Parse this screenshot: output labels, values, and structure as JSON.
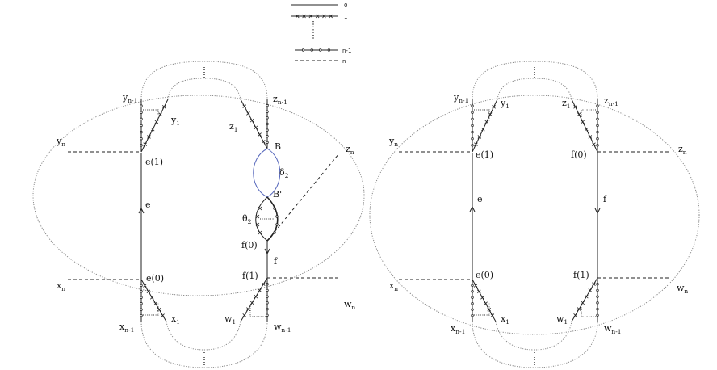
{
  "legend": {
    "items": [
      {
        "label": "0",
        "style": "solid"
      },
      {
        "label": "1",
        "style": "crosses"
      },
      {
        "label": "n-1",
        "style": "circles"
      },
      {
        "label": "n",
        "style": "dashed"
      }
    ]
  },
  "left_diagram": {
    "labels": {
      "y_n1": "y",
      "y_n1_sub": "n-1",
      "y_1": "y",
      "y_1_sub": "1",
      "z_1": "z",
      "z_1_sub": "1",
      "z_n1": "z",
      "z_n1_sub": "n-1",
      "y_n": "y",
      "y_n_sub": "n",
      "z_n": "z",
      "z_n_sub": "n",
      "B": "B",
      "delta": "δ",
      "delta_sub": "2",
      "Bp": "B'",
      "theta": "θ",
      "theta_sub": "2",
      "e1": "e(1)",
      "e": "e",
      "e0": "e(0)",
      "f0": "f(0)",
      "f": "f",
      "f1": "f(1)",
      "x_n": "x",
      "x_n_sub": "n",
      "x_1": "x",
      "x_1_sub": "1",
      "x_n1": "x",
      "x_n1_sub": "n-1",
      "w_1": "w",
      "w_1_sub": "1",
      "w_n1": "w",
      "w_n1_sub": "n-1",
      "w_n": "w",
      "w_n_sub": "n"
    }
  },
  "right_diagram": {
    "labels": {
      "y_n1": "y",
      "y_n1_sub": "n-1",
      "y_1": "y",
      "y_1_sub": "1",
      "z_1": "z",
      "z_1_sub": "1",
      "z_n1": "z",
      "z_n1_sub": "n-1",
      "y_n": "y",
      "y_n_sub": "n",
      "z_n": "z",
      "z_n_sub": "n",
      "e1": "e(1)",
      "e": "e",
      "e0": "e(0)",
      "f0": "f(0)",
      "f": "f",
      "f1": "f(1)",
      "x_n": "x",
      "x_n_sub": "n",
      "x_1": "x",
      "x_1_sub": "1",
      "x_n1": "x",
      "x_n1_sub": "n-1",
      "w_1": "w",
      "w_1_sub": "1",
      "w_n1": "w",
      "w_n1_sub": "n-1",
      "w_n": "w",
      "w_n_sub": "n"
    }
  }
}
